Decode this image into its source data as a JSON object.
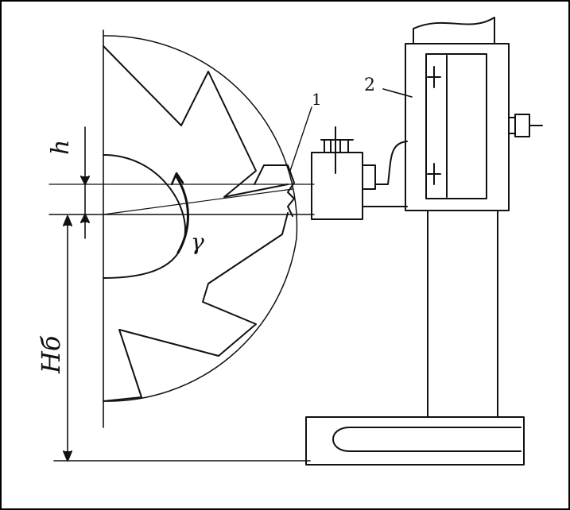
{
  "labels": {
    "callout_1": "1",
    "callout_2": "2",
    "dim_h": "h",
    "dim_Hb": "Hб",
    "angle_gamma": "γ"
  },
  "colors": {
    "ink": "#111111",
    "paper": "#ffffff"
  }
}
